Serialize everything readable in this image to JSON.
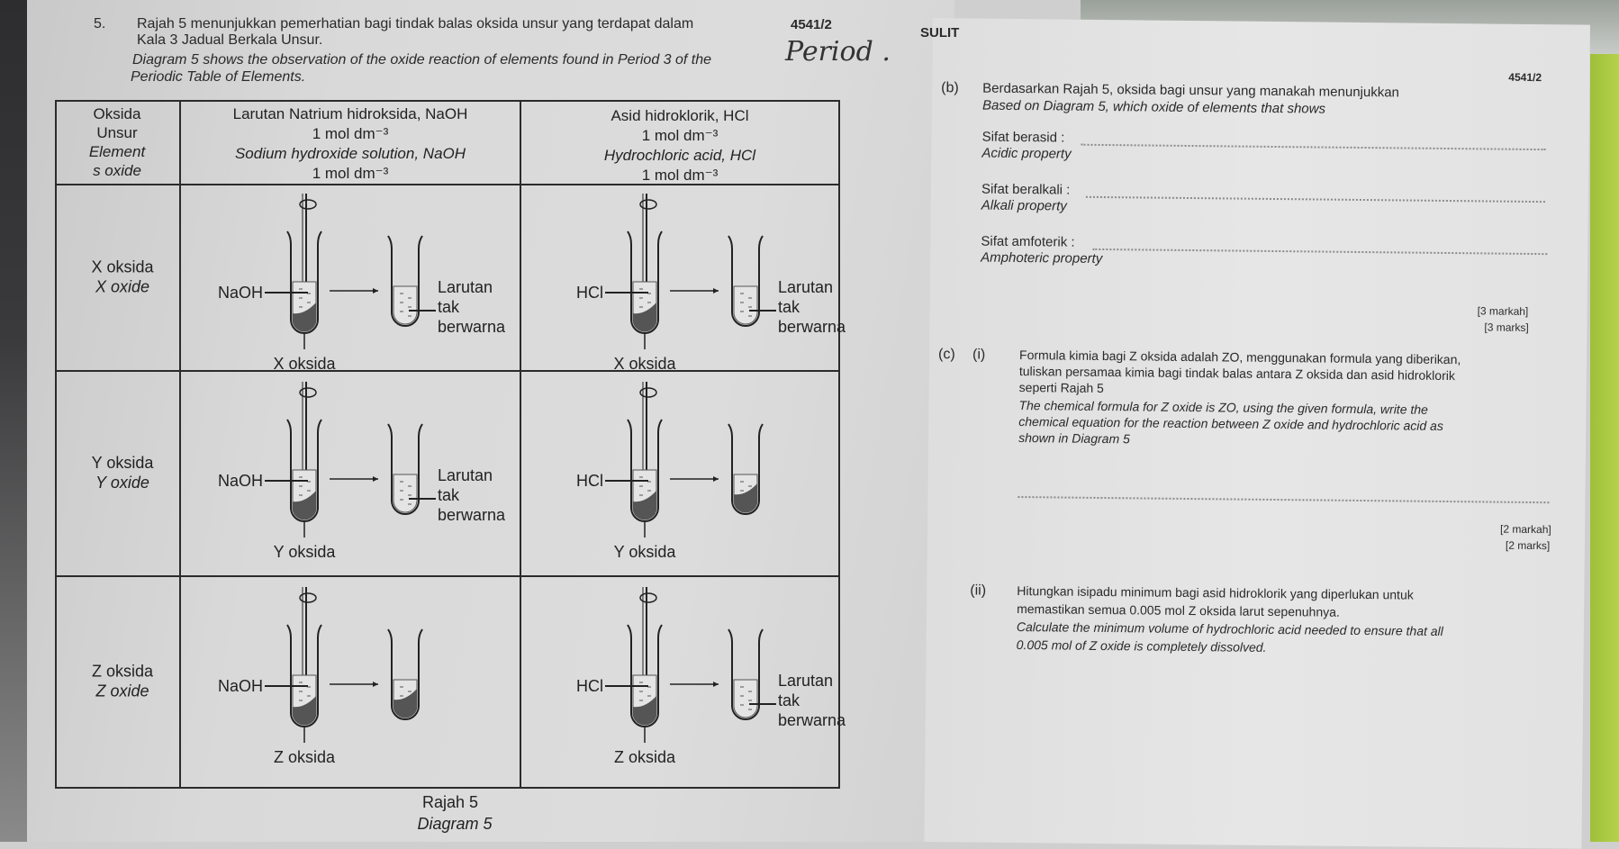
{
  "header": {
    "code_left": "4541/2",
    "sulit": "SULIT",
    "code_right": "4541/2"
  },
  "question": {
    "number": "5.",
    "malay_line1": "Rajah 5 menunjukkan pemerhatian bagi tindak balas oksida unsur yang terdapat dalam",
    "malay_line2": "Kala 3 Jadual Berkala Unsur.",
    "english_line1": "Diagram 5 shows the observation of the oxide reaction of elements found in Period 3 of the",
    "english_line2": "Periodic Table of Elements.",
    "handwritten": "Period ."
  },
  "table": {
    "header_col1": [
      "Oksida",
      "Unsur",
      "Element",
      "s oxide"
    ],
    "header_col2": [
      "Larutan Natrium hidroksida, NaOH",
      "1 mol dm⁻³",
      "Sodium hydroxide solution, NaOH",
      "1 mol dm⁻³"
    ],
    "header_col3": [
      "Asid hidroklorik, HCl",
      "1 mol dm⁻³",
      "Hydrochloric acid, HCl",
      "1 mol dm⁻³"
    ],
    "rows": [
      {
        "malay": "X oksida",
        "english": "X oxide",
        "naoh": {
          "reagent": "NaOH",
          "solid": "X oksida",
          "observation": [
            "Larutan",
            "tak",
            "berwarna"
          ],
          "residue": false
        },
        "hcl": {
          "reagent": "HCl",
          "solid": "X oksida",
          "observation": [
            "Larutan",
            "tak",
            "berwarna"
          ],
          "residue": false
        }
      },
      {
        "malay": "Y oksida",
        "english": "Y oxide",
        "naoh": {
          "reagent": "NaOH",
          "solid": "Y oksida",
          "observation": [
            "Larutan",
            "tak",
            "berwarna"
          ],
          "residue": false
        },
        "hcl": {
          "reagent": "HCl",
          "solid": "Y oksida",
          "observation": [],
          "residue": true
        }
      },
      {
        "malay": "Z oksida",
        "english": "Z oxide",
        "naoh": {
          "reagent": "NaOH",
          "solid": "Z oksida",
          "observation": [],
          "residue": true
        },
        "hcl": {
          "reagent": "HCl",
          "solid": "Z oksida",
          "observation": [
            "Larutan",
            "tak",
            "berwarna"
          ],
          "residue": false
        }
      }
    ],
    "caption_malay": "Rajah 5",
    "caption_english": "Diagram 5"
  },
  "part_b": {
    "label": "(b)",
    "malay": "Berdasarkan Rajah 5, oksida bagi unsur yang manakah menunjukkan",
    "english": "Based on Diagram 5, which oxide of elements that shows",
    "items": [
      {
        "malay": "Sifat berasid :",
        "english": "Acidic property"
      },
      {
        "malay": "Sifat beralkali :",
        "english": "Alkali property"
      },
      {
        "malay": "Sifat amfoterik :",
        "english": "Amphoteric property"
      }
    ],
    "marks_malay": "[3 markah]",
    "marks_english": "[3 marks]"
  },
  "part_c": {
    "label": "(c)",
    "i": {
      "label": "(i)",
      "malay": [
        "Formula kimia bagi Z oksida adalah ZO, menggunakan formula yang diberikan,",
        "tuliskan persamaa kimia bagi tindak balas antara Z oksida dan asid hidroklorik",
        "seperti Rajah 5"
      ],
      "english": [
        "The chemical formula for Z oxide is ZO, using the given formula, write the",
        "chemical equation for the reaction between Z oxide and hydrochloric acid as",
        "shown in Diagram 5"
      ],
      "marks_malay": "[2 markah]",
      "marks_english": "[2 marks]"
    },
    "ii": {
      "label": "(ii)",
      "malay": [
        "Hitungkan isipadu minimum bagi asid hidroklorik yang diperlukan untuk",
        "memastikan semua 0.005 mol Z oksida larut sepenuhnya."
      ],
      "english": [
        "Calculate the minimum volume of hydrochloric acid needed to ensure that all",
        "0.005 mol of Z oxide is completely dissolved."
      ]
    }
  }
}
